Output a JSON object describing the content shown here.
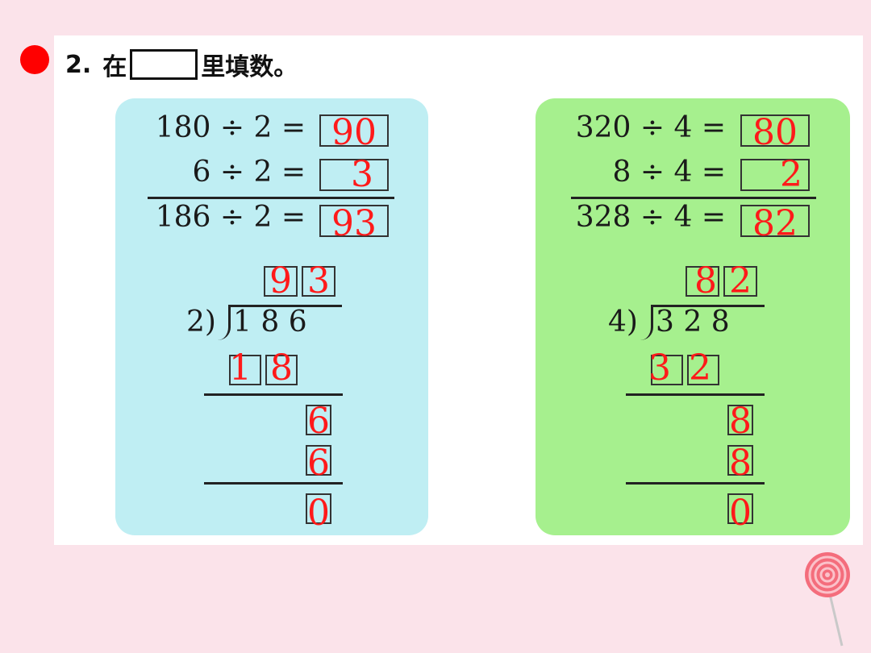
{
  "title": {
    "number": "2.",
    "text_before": "在",
    "text_after": "里填数。"
  },
  "left": {
    "equations": [
      {
        "expr": "180 ÷ 2 =",
        "answer": "90"
      },
      {
        "expr": "6 ÷ 2 =",
        "answer": "3"
      },
      {
        "expr": "186 ÷ 2 =",
        "answer": "93"
      }
    ],
    "division": {
      "divisor": "2)",
      "dividend": "1 8 6",
      "quotient": [
        "9",
        "3"
      ],
      "step1": [
        "1",
        "8"
      ],
      "step2": "6",
      "step3": "6",
      "remainder": "0"
    }
  },
  "right": {
    "equations": [
      {
        "expr": "320 ÷ 4 =",
        "answer": "80"
      },
      {
        "expr": "8 ÷ 4 =",
        "answer": "2"
      },
      {
        "expr": "328 ÷ 4 =",
        "answer": "82"
      }
    ],
    "division": {
      "divisor": "4)",
      "dividend": "3 2 8",
      "quotient": [
        "8",
        "2"
      ],
      "step1": [
        "3",
        "2"
      ],
      "step2": "8",
      "step3": "8",
      "remainder": "0"
    }
  },
  "colors": {
    "left_panel": "#bfeef3",
    "right_panel": "#a6f08e",
    "answer": "#ff1a1a",
    "bullet": "#ff0000"
  }
}
